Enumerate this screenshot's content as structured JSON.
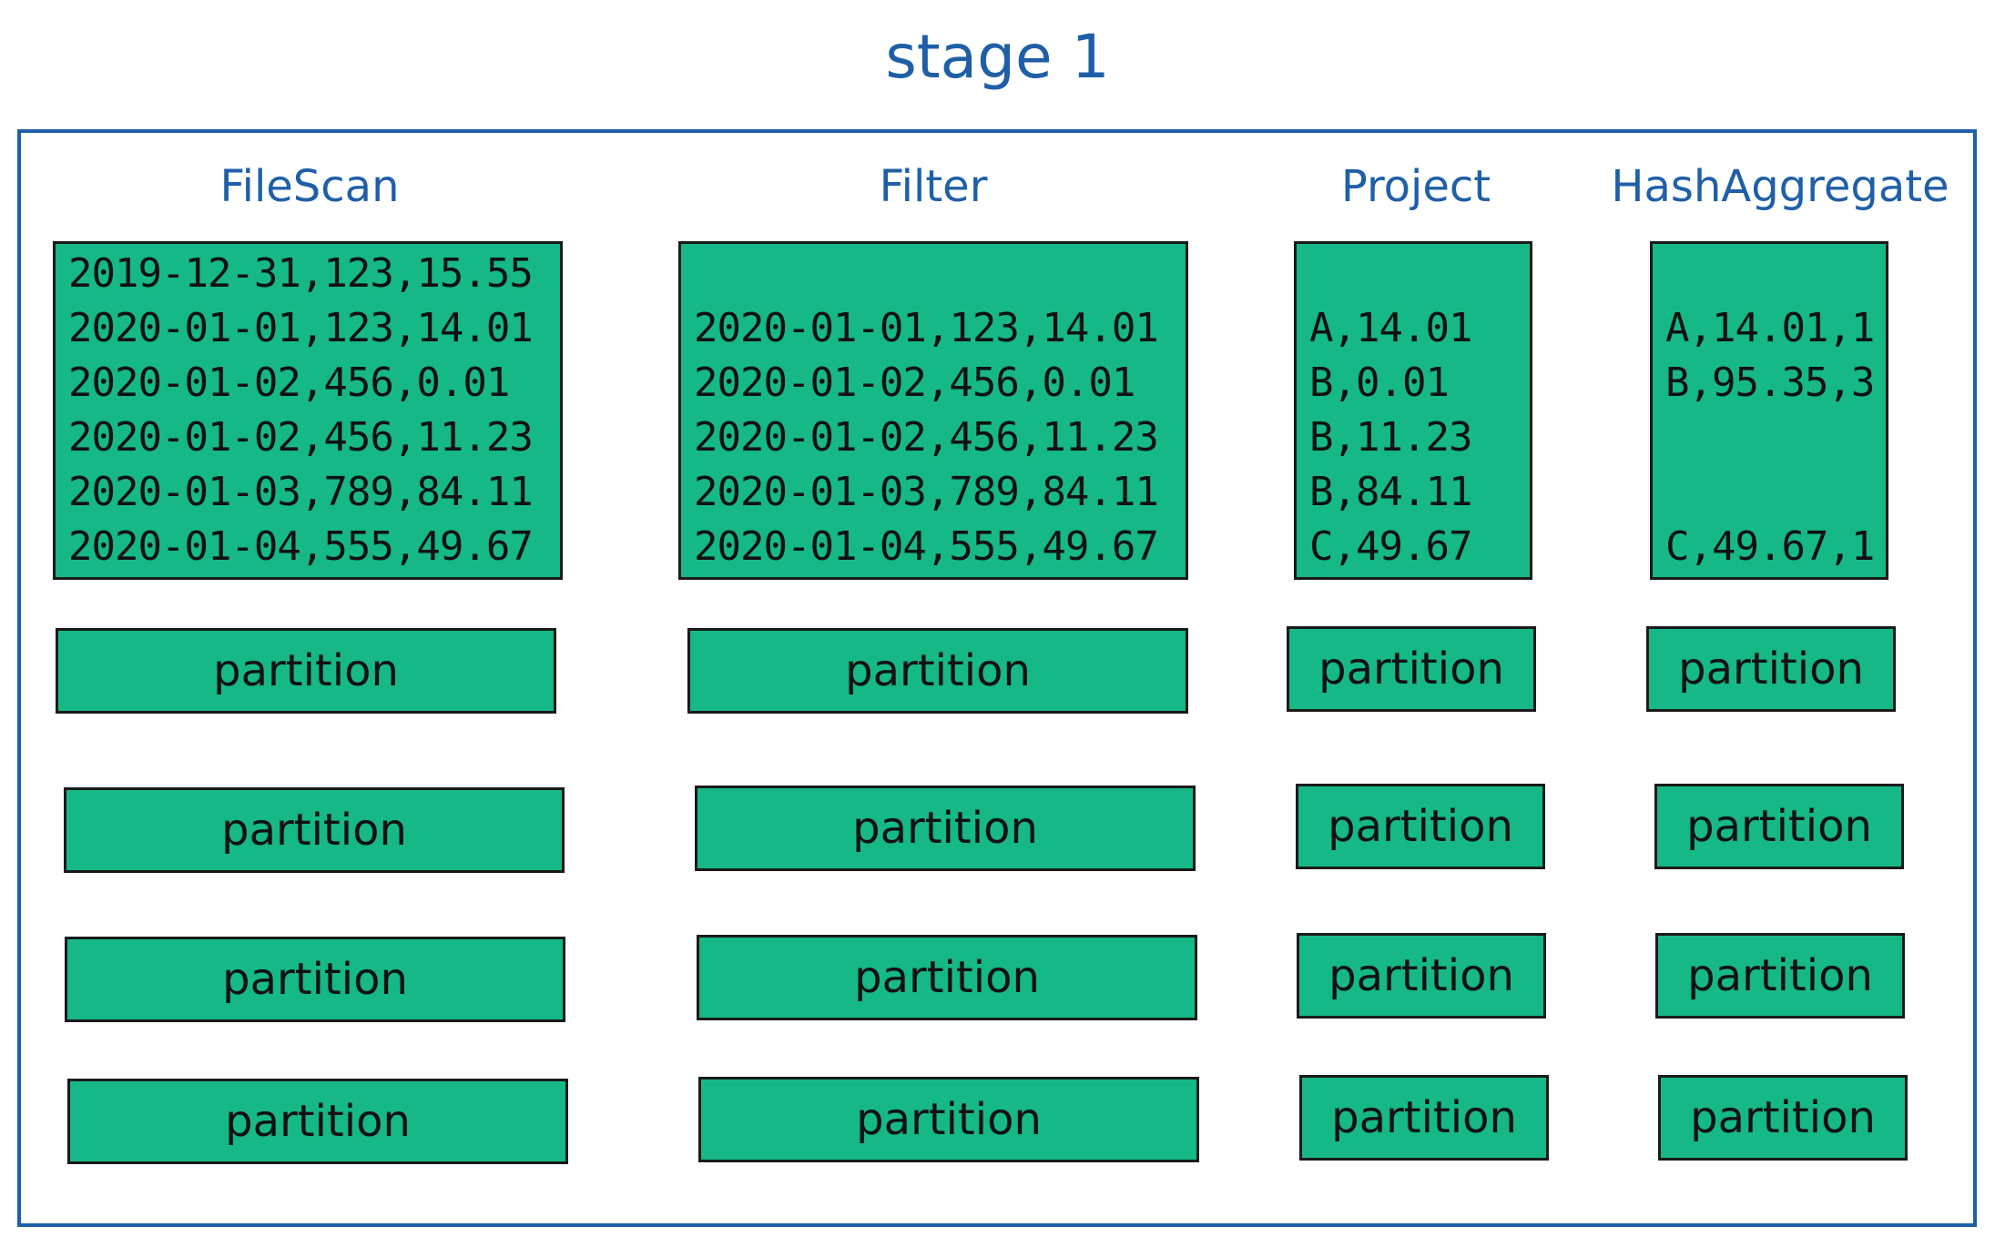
{
  "stage_title": "stage 1",
  "columns": [
    {
      "title": "FileScan",
      "rows": [
        "2019-12-31,123,15.55",
        "2020-01-01,123,14.01",
        "2020-01-02,456,0.01",
        "2020-01-02,456,11.23",
        "2020-01-03,789,84.11",
        "2020-01-04,555,49.67"
      ],
      "partitions": [
        "partition",
        "partition",
        "partition",
        "partition"
      ]
    },
    {
      "title": "Filter",
      "rows": [
        "",
        "2020-01-01,123,14.01",
        "2020-01-02,456,0.01",
        "2020-01-02,456,11.23",
        "2020-01-03,789,84.11",
        "2020-01-04,555,49.67"
      ],
      "partitions": [
        "partition",
        "partition",
        "partition",
        "partition"
      ]
    },
    {
      "title": "Project",
      "rows": [
        "",
        "A,14.01",
        "B,0.01",
        "B,11.23",
        "B,84.11",
        "C,49.67"
      ],
      "partitions": [
        "partition",
        "partition",
        "partition",
        "partition"
      ]
    },
    {
      "title": "HashAggregate",
      "rows": [
        "",
        "A,14.01,1",
        "B,95.35,3",
        "",
        "",
        "C,49.67,1"
      ],
      "partitions": [
        "partition",
        "partition",
        "partition",
        "partition"
      ]
    }
  ],
  "colors": {
    "frame": "#1f5fa8",
    "box_fill": "#15b886",
    "box_border": "#1a1a1a"
  }
}
